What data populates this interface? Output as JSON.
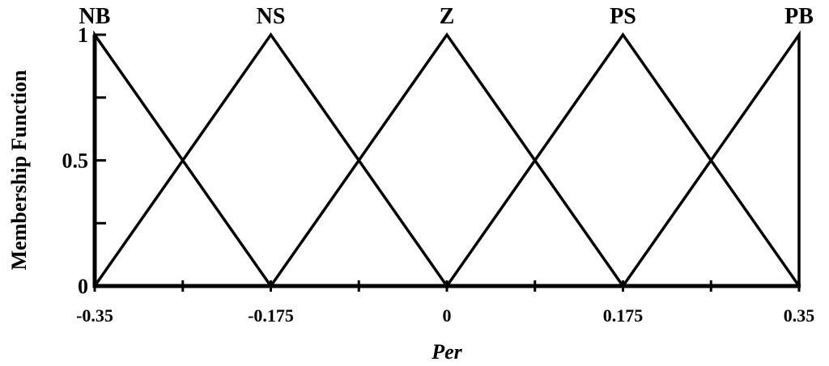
{
  "chart_data": {
    "type": "line",
    "xlabel": "Per",
    "ylabel": "Membership Function",
    "xlim": [
      -0.35,
      0.35
    ],
    "ylim": [
      0,
      1
    ],
    "x_ticks": [
      -0.35,
      -0.2625,
      -0.175,
      -0.0875,
      0,
      0.0875,
      0.175,
      0.2625,
      0.35
    ],
    "x_tick_labels": [
      "-0.35",
      "",
      "-0.175",
      "",
      "0",
      "",
      "0.175",
      "",
      "0.35"
    ],
    "y_ticks": [
      0,
      0.25,
      0.5,
      0.75,
      1
    ],
    "y_tick_labels": [
      "0",
      "",
      "0.5",
      "",
      "1"
    ],
    "grid": false,
    "line_color": "#000000",
    "series": [
      {
        "name": "NB",
        "x": [
          -0.35,
          -0.35,
          -0.175
        ],
        "y": [
          0,
          1,
          0
        ]
      },
      {
        "name": "NS",
        "x": [
          -0.35,
          -0.175,
          0
        ],
        "y": [
          0,
          1,
          0
        ]
      },
      {
        "name": "Z",
        "x": [
          -0.175,
          0,
          0.175
        ],
        "y": [
          0,
          1,
          0
        ]
      },
      {
        "name": "PS",
        "x": [
          0,
          0.175,
          0.35
        ],
        "y": [
          0,
          1,
          0
        ]
      },
      {
        "name": "PB",
        "x": [
          0.175,
          0.35,
          0.35
        ],
        "y": [
          0,
          1,
          0
        ]
      }
    ]
  }
}
